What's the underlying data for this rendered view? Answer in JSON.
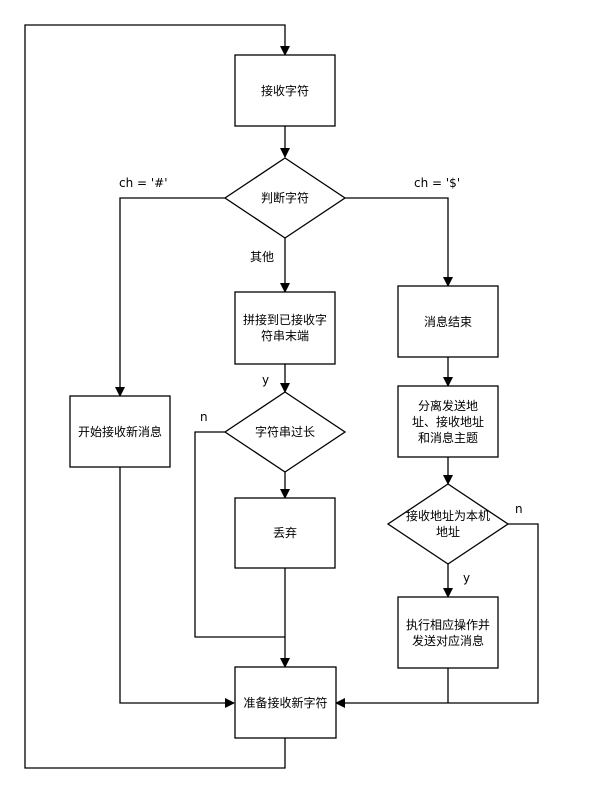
{
  "nodes": {
    "receive": "接收字符",
    "judge": "判断字符",
    "append": "拼接到已接收字符串末端",
    "msg_end": "消息结束",
    "start_new": "开始接收新消息",
    "too_long": "字符串过长",
    "discard": "丢弃",
    "split": "分离发送地址、接收地址和消息主题",
    "is_local": "接收地址为本机地址",
    "execute": "执行相应操作并发送对应消息",
    "prepare": "准备接收新字符"
  },
  "edge_labels": {
    "hash": "ch = '#'",
    "dollar": "ch = '$'",
    "other": "其他",
    "yes_len": "y",
    "no_len": "n",
    "yes_addr": "y",
    "no_addr": "n"
  }
}
